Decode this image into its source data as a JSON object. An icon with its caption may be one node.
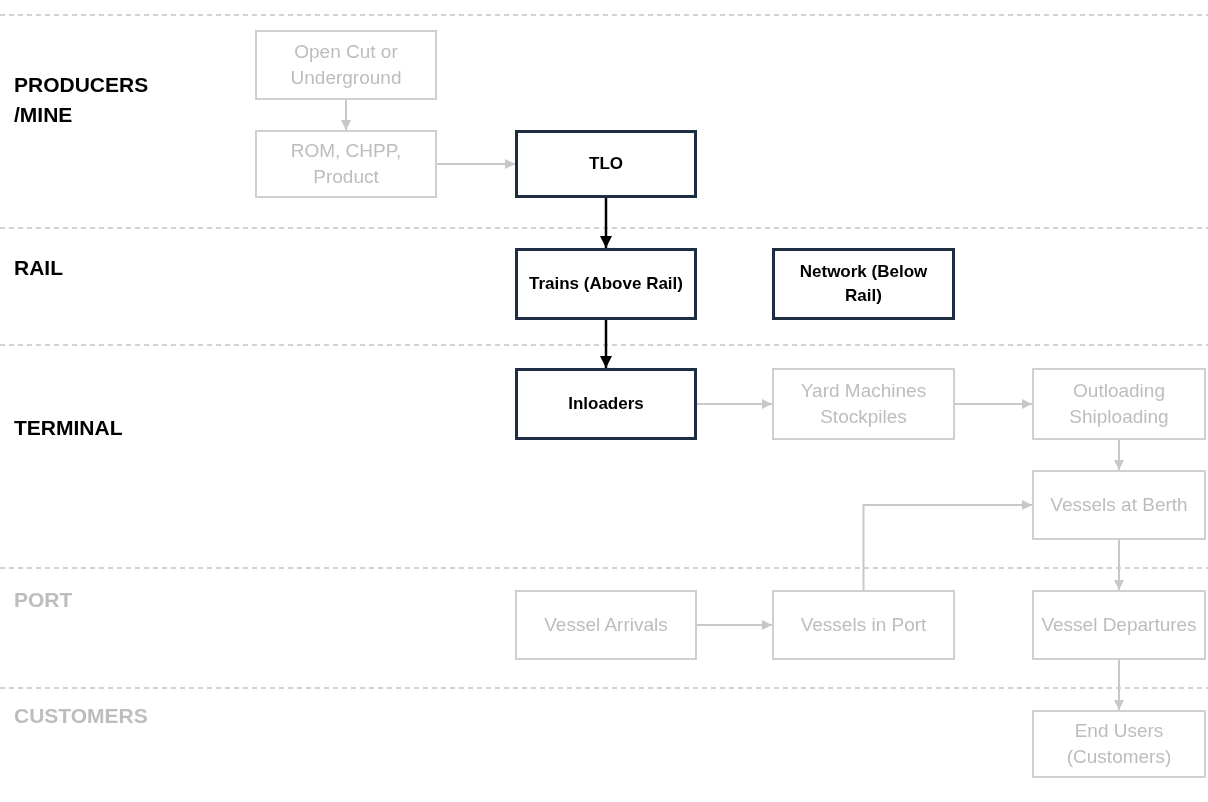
{
  "diagram": {
    "nodes": [
      {
        "text": [
          "Open Cut or Underground"
        ]
      },
      {
        "text": [
          "ROM, CHPP, Product"
        ]
      },
      {
        "text": [
          "TLO"
        ]
      },
      {
        "text": [
          "Trains (Above Rail)"
        ]
      },
      {
        "text": [
          "Network (Below Rail)"
        ]
      },
      {
        "text": [
          "Inloaders"
        ]
      },
      {
        "text": [
          "Yard Machines Stockpiles"
        ]
      },
      {
        "text": [
          "Outloading Shiploading"
        ]
      },
      {
        "text": [
          "Vessels at Berth"
        ]
      },
      {
        "text": [
          "Vessel Arrivals"
        ]
      },
      {
        "text": [
          "Vessels in Port"
        ]
      },
      {
        "text": [
          "Vessel Departures"
        ]
      },
      {
        "text": [
          "End Users (Customers)"
        ]
      }
    ],
    "edges": [
      {
        "from": 0,
        "to": 1,
        "arrow": "to"
      },
      {
        "from": 1,
        "to": 2,
        "arrow": "to"
      },
      {
        "from": 2,
        "to": 3,
        "arrow": "to",
        "color": "#000000"
      },
      {
        "from": 3,
        "to": 5,
        "arrow": "to",
        "color": "#000000"
      },
      {
        "from": 5,
        "to": 6,
        "arrow": "to"
      },
      {
        "from": 6,
        "to": 7,
        "arrow": "to"
      },
      {
        "from": 7,
        "to": 8,
        "arrow": "to"
      },
      {
        "from": 10,
        "to": 8,
        "arrow": "to"
      },
      {
        "from": 8,
        "to": 11,
        "arrow": "to"
      },
      {
        "from": 9,
        "to": 10,
        "arrow": "to"
      },
      {
        "from": 11,
        "to": 12,
        "arrow": "to"
      }
    ],
    "labels": [
      "PRODUCERS /MINE",
      "RAIL",
      "TERMINAL",
      "PORT",
      "CUSTOMERS"
    ]
  }
}
